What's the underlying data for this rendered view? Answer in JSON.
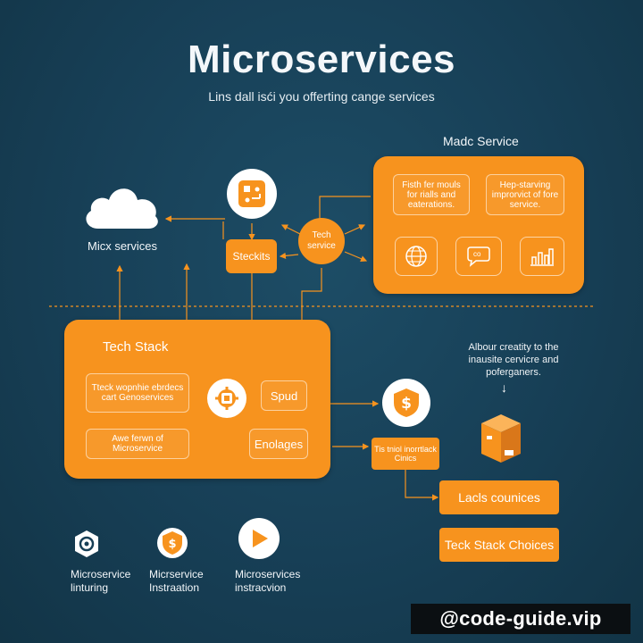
{
  "title": "Microservices",
  "subtitle": "Lins dall isći you offerting cange services",
  "cloud": {
    "label": "Micx services",
    "icon": "cloud-icon"
  },
  "tech_icon": {
    "icon": "circuit-board-icon"
  },
  "stacks_box": {
    "label": "Steckits"
  },
  "tech_service": {
    "line1": "Tech",
    "line2": "service"
  },
  "madc": {
    "title": "Madc Service",
    "boxes": [
      {
        "text": "Fisth fer mouls for rialls and eaterations."
      },
      {
        "text": "Hep-starving improrvict of fore service."
      }
    ],
    "icons": [
      "globe-icon",
      "chat-bubble-icon",
      "bar-chart-icon"
    ],
    "chat_text": "co"
  },
  "tech_stack": {
    "title": "Tech Stack",
    "boxes": [
      {
        "text": "Tteck wopnhie ebrdecs cart Genoservices"
      },
      {
        "text": "Awe ferwn of Microservice"
      }
    ],
    "spud": "Spud",
    "endages": "Enolages",
    "icon": "gear-icon"
  },
  "about": {
    "text": "Albour creatity to the inausite cervicre and poferganers.",
    "arrow": "↓"
  },
  "dollar_shield": {
    "icon": "dollar-shield-icon",
    "symbol": "$"
  },
  "tis_box": {
    "text": "Tis tniol inorrtlack Cinics"
  },
  "box3d": {
    "icon": "box-3d-icon"
  },
  "lacls": {
    "label": "Lacls counices"
  },
  "choices": {
    "label": "Teck Stack Choices"
  },
  "bottom_items": [
    {
      "icon": "target-icon",
      "line1": "Microservice",
      "line2": "linturing"
    },
    {
      "icon": "dollar-badge-icon",
      "line1": "Micrservice",
      "line2": "Instraation",
      "symbol": "$"
    },
    {
      "icon": "play-icon",
      "line1": "Microservices",
      "line2": "instracvion"
    }
  ],
  "watermark": "@code-guide.vip",
  "colors": {
    "background": "#173f56",
    "accent": "#f7931e",
    "text": "#ffffff"
  }
}
